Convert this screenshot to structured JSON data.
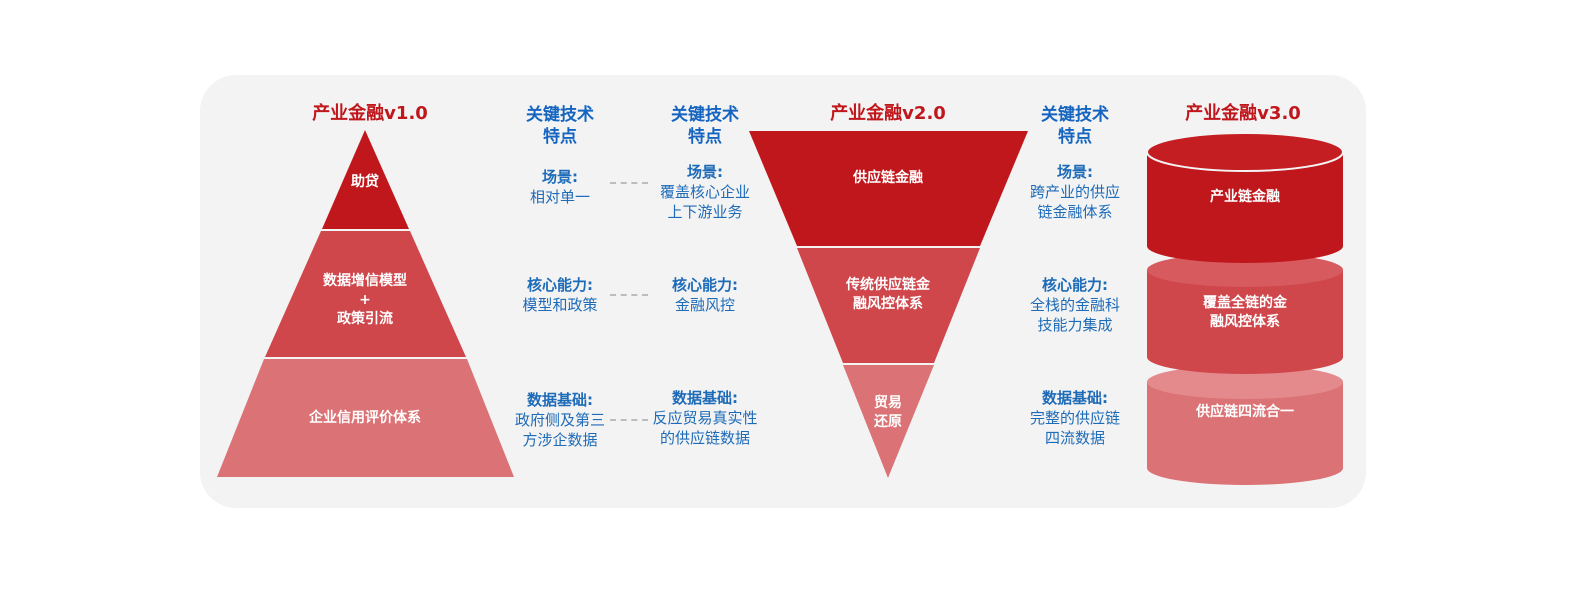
{
  "colors": {
    "dark_red": "#c0171c",
    "mid_red": "#cf464b",
    "light_red": "#db7275",
    "blue": "#1e6bb8",
    "panel_bg": "#f3f3f3"
  },
  "v1": {
    "title": "产业金融v1.0",
    "layers": [
      "助贷",
      "数据增信模型",
      "+",
      "政策引流",
      "企业信用评价体系"
    ]
  },
  "col1": {
    "heading_line1": "关键技术",
    "heading_line2": "特点",
    "items": [
      {
        "key": "场景:",
        "lines": [
          "相对单一"
        ]
      },
      {
        "key": "核心能力:",
        "lines": [
          "模型和政策"
        ]
      },
      {
        "key": "数据基础:",
        "lines": [
          "政府侧及第三",
          "方涉企数据"
        ]
      }
    ]
  },
  "col2": {
    "heading_line1": "关键技术",
    "heading_line2": "特点",
    "items": [
      {
        "key": "场景:",
        "lines": [
          "覆盖核心企业",
          "上下游业务"
        ]
      },
      {
        "key": "核心能力:",
        "lines": [
          "金融风控"
        ]
      },
      {
        "key": "数据基础:",
        "lines": [
          "反应贸易真实性",
          "的供应链数据"
        ]
      }
    ]
  },
  "v2": {
    "title": "产业金融v2.0",
    "layers": [
      "供应链金融",
      "传统供应链金",
      "融风控体系",
      "贸易",
      "还原"
    ]
  },
  "col3": {
    "heading_line1": "关键技术",
    "heading_line2": "特点",
    "items": [
      {
        "key": "场景:",
        "lines": [
          "跨产业的供应",
          "链金融体系"
        ]
      },
      {
        "key": "核心能力:",
        "lines": [
          "全栈的金融科",
          "技能力集成"
        ]
      },
      {
        "key": "数据基础:",
        "lines": [
          "完整的供应链",
          "四流数据"
        ]
      }
    ]
  },
  "v3": {
    "title": "产业金融v3.0",
    "layers": [
      "产业链金融",
      "覆盖全链的金",
      "融风控体系",
      "供应链四流合一"
    ]
  }
}
